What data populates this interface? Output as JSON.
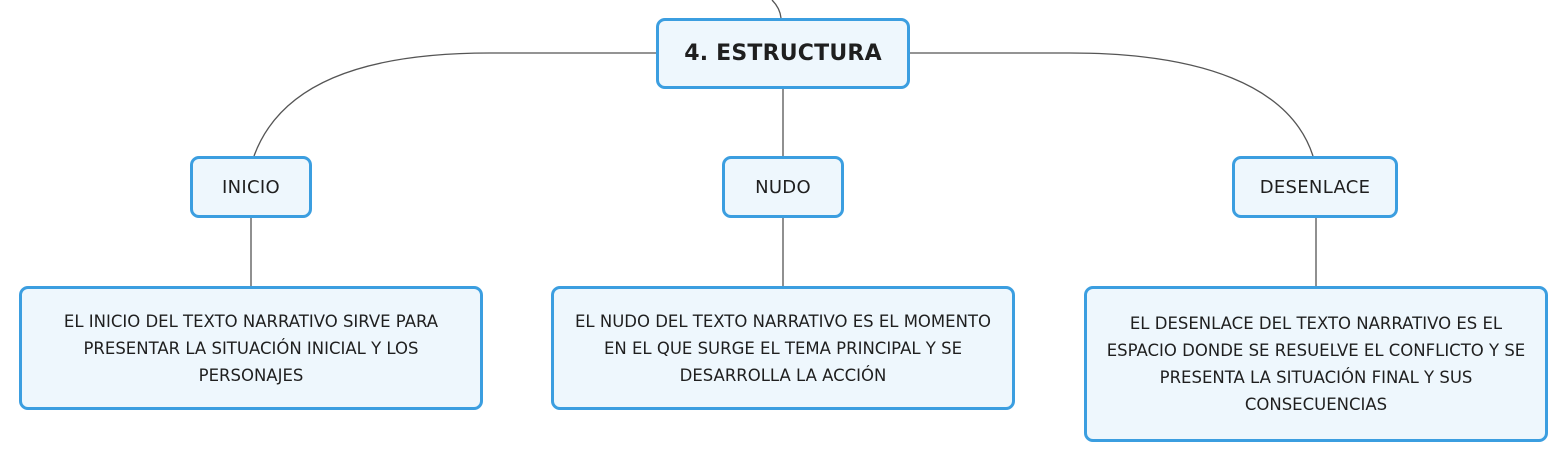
{
  "diagram": {
    "root": {
      "label": "4. ESTRUCTURA"
    },
    "branches": [
      {
        "label": "INICIO",
        "description": "EL INICIO DEL TEXTO NARRATIVO SIRVE PARA PRESENTAR LA SITUACIÓN INICIAL Y LOS PERSONAJES"
      },
      {
        "label": "NUDO",
        "description": "EL NUDO DEL TEXTO NARRATIVO ES EL MOMENTO EN EL QUE SURGE EL TEMA PRINCIPAL Y SE DESARROLLA LA ACCIÓN"
      },
      {
        "label": "DESENLACE",
        "description": "EL DESENLACE DEL TEXTO NARRATIVO ES EL ESPACIO DONDE SE RESUELVE EL CONFLICTO Y SE PRESENTA LA SITUACIÓN FINAL Y SUS CONSECUENCIAS"
      }
    ]
  },
  "colors": {
    "node_border": "#3b9ee0",
    "node_fill": "#eef7fd",
    "connector": "#555555"
  }
}
